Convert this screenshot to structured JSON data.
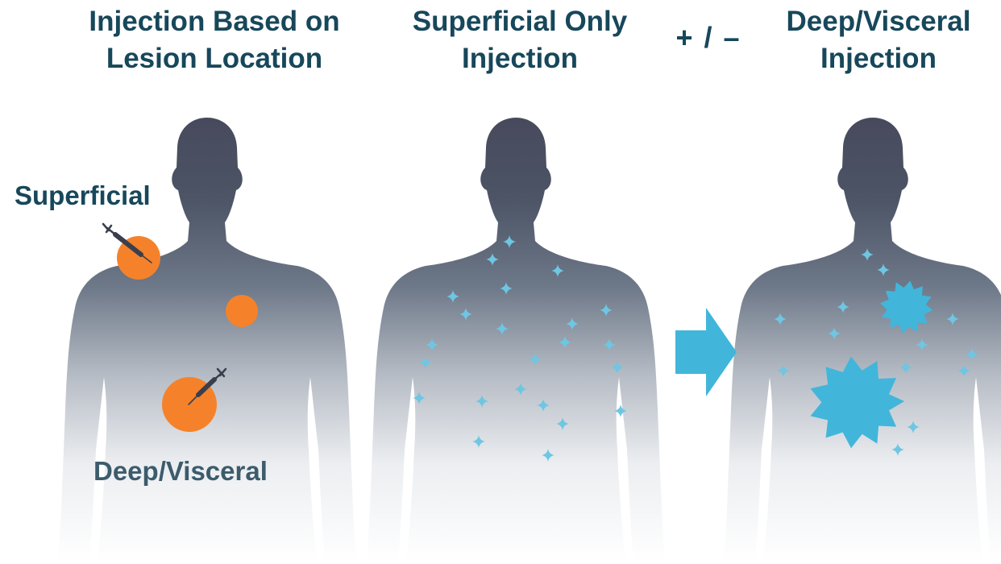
{
  "titles": {
    "panel1": "Injection Based on\nLesion Location",
    "panel2": "Superficial Only\nInjection",
    "panel3": "Deep/Visceral\nInjection"
  },
  "operator": "+ / –",
  "labels": {
    "superficial": "Superficial",
    "deep": "Deep/Visceral"
  },
  "colors": {
    "title_text": "#17475a",
    "lesion": "#f5822a",
    "sparkle": "#62c2de",
    "arrow": "#41b6da",
    "body_top": "#4a4e5f",
    "body_fade": "#ffffff"
  },
  "icons": [
    "syringe-icon",
    "sparkle-icon",
    "right-arrow-icon",
    "burst-icon"
  ]
}
